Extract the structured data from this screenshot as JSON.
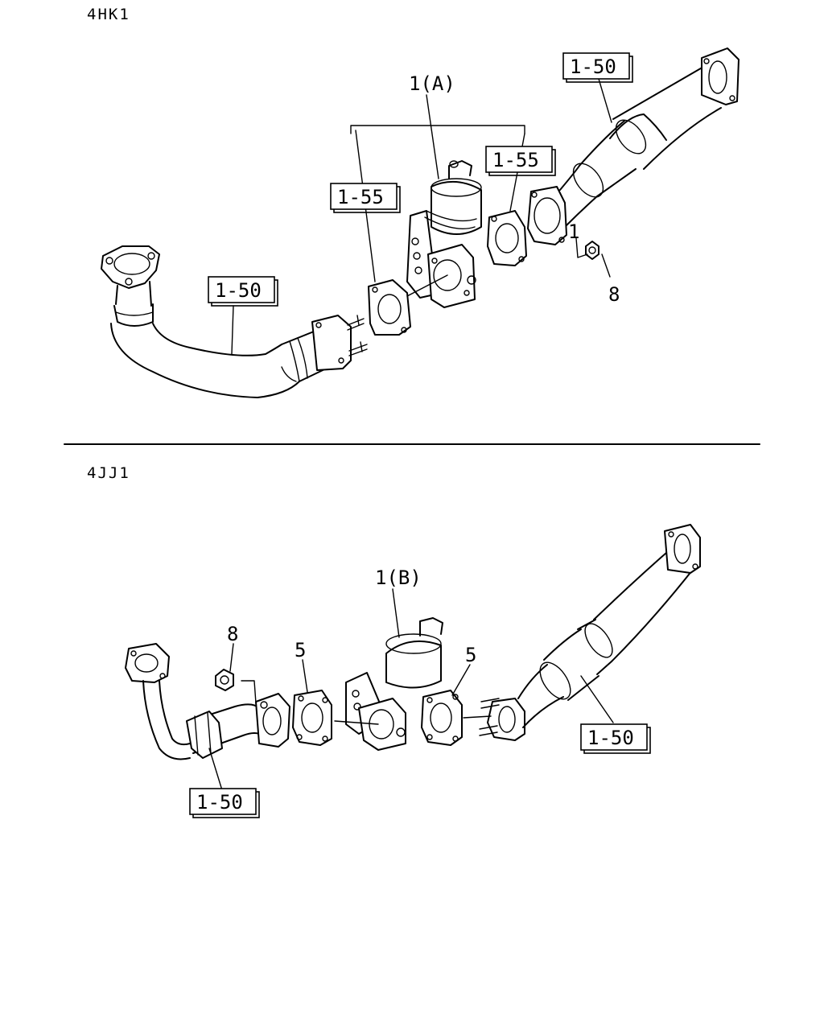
{
  "sections": [
    {
      "heading": "4HK1"
    },
    {
      "heading": "4JJ1"
    }
  ],
  "callouts_top": {
    "part_1a": "1(A)",
    "ref_150_left": "1-50",
    "ref_150_right": "1-50",
    "ref_155_left": "1-55",
    "ref_155_right": "1-55",
    "part_8": "8",
    "part_1_small": "1"
  },
  "callouts_bottom": {
    "part_1b": "1(B)",
    "part_8": "8",
    "part_5_left": "5",
    "part_5_right": "5",
    "ref_150_left": "1-50",
    "ref_150_right": "1-50"
  }
}
